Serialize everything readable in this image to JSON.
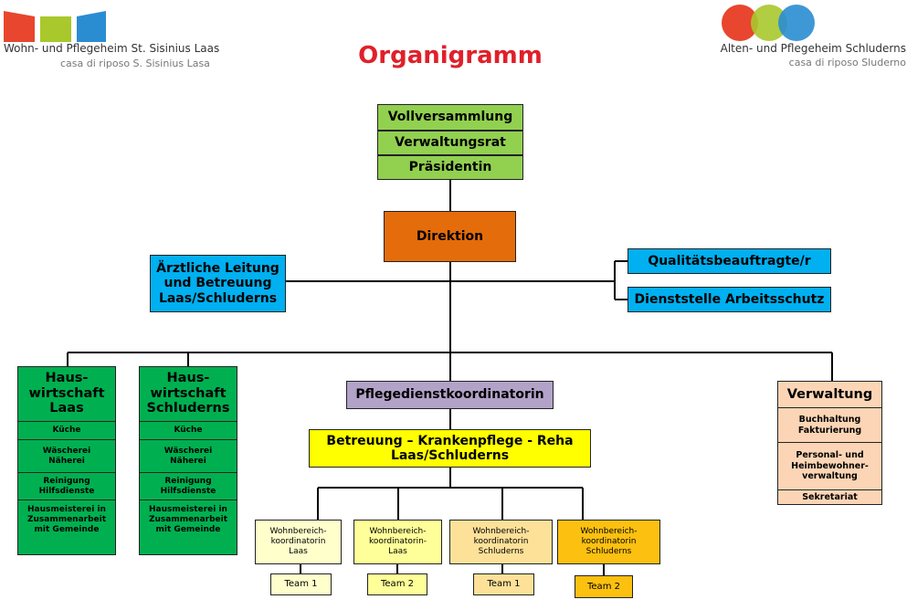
{
  "header": {
    "left_line1": "Wohn- und Pflegeheim St. Sisinius Laas",
    "left_line2": "casa di riposo  S. Sisinius  Lasa",
    "title": "Organigramm",
    "right_line1": "Alten- und Pflegeheim Schluderns",
    "right_line2": "casa di riposo Sluderno"
  },
  "colors": {
    "title_red": "#e0202a",
    "green_light": "#92d050",
    "green_dark": "#00b050",
    "orange": "#e46c0a",
    "blue": "#00b0f0",
    "purple": "#b2a2c7",
    "yellow": "#ffff00",
    "peach": "#fbd5b5",
    "logo_orange": "#e8462e",
    "logo_lime": "#a8c82c",
    "logo_blue": "#2a8dd2"
  },
  "top": {
    "vollversammlung": "Vollversammlung",
    "verwaltungsrat": "Verwaltungsrat",
    "praesidentin": "Präsidentin"
  },
  "direktion": "Direktion",
  "aerztliche": "Ärztliche Leitung und Betreuung Laas/Schluderns",
  "qualitaet": "Qualitätsbeauftragte/r",
  "arbeitsschutz": "Dienststelle Arbeitsschutz",
  "hw_laas": {
    "title": "Haus-wirtschaft Laas",
    "items": [
      "Küche",
      "Wäscherei Näherei",
      "Reinigung Hilfsdienste",
      "Hausmeisterei in Zusammenarbeit mit Gemeinde"
    ]
  },
  "hw_schluderns": {
    "title": "Haus-wirtschaft Schluderns",
    "items": [
      "Küche",
      "Wäscherei Näherei",
      "Reinigung Hilfsdienste",
      "Hausmeisterei in Zusammenarbeit mit Gemeinde"
    ]
  },
  "pflege": "Pflegedienstkoordinatorin",
  "betreuung": "Betreuung – Krankenpflege - Reha Laas/Schluderns",
  "verwaltung": {
    "title": "Verwaltung",
    "items": [
      "Buchhaltung Fakturierung",
      "Personal- und Heimbewohner-verwaltung",
      "Sekretariat"
    ]
  },
  "wohnbereiche": [
    {
      "label": "Wohnbereich-koordinatorin Laas",
      "team": "Team 1"
    },
    {
      "label": "Wohnbereich-koordinatorin-Laas",
      "team": "Team 2"
    },
    {
      "label": "Wohnbereich-koordinatorin Schluderns",
      "team": "Team 1"
    },
    {
      "label": "Wohnbereich-koordinatorin Schluderns",
      "team": "Team 2"
    }
  ]
}
